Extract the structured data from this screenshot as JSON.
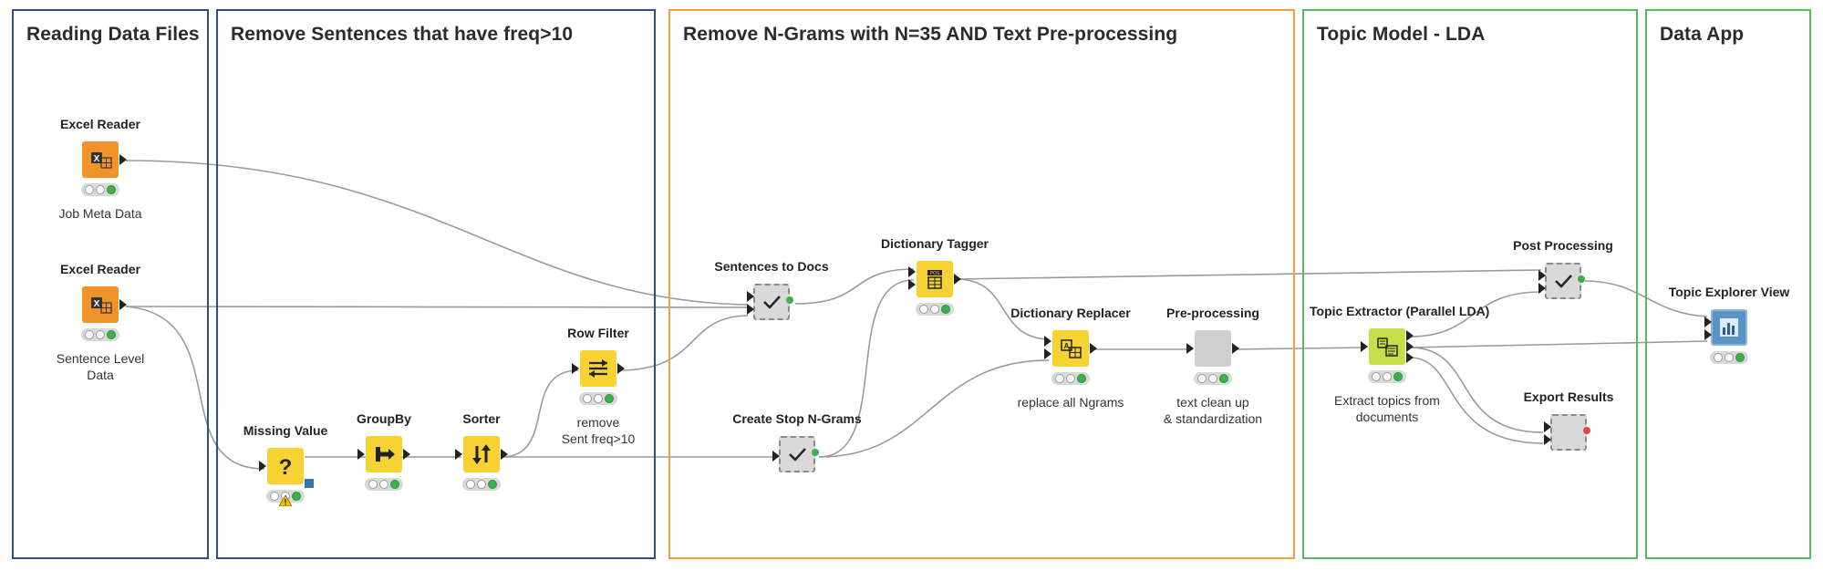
{
  "groups": [
    {
      "id": "reading",
      "title": "Reading Data Files",
      "color": "#2b4f88"
    },
    {
      "id": "remove-sentences",
      "title": "Remove Sentences that have freq>10",
      "color": "#2b4f88"
    },
    {
      "id": "ngrams",
      "title": "Remove N-Grams with N=35 AND Text Pre-processing",
      "color": "#f0a242"
    },
    {
      "id": "lda",
      "title": "Topic Model - LDA",
      "color": "#5cb85c"
    },
    {
      "id": "app",
      "title": "Data App",
      "color": "#5cb85c"
    }
  ],
  "nodes": {
    "excel1": {
      "label": "Excel Reader",
      "annotation": "Job Meta Data",
      "icon": "excel-reader-icon",
      "color": "#f0932b"
    },
    "excel2": {
      "label": "Excel Reader",
      "annotation": "Sentence Level\nData",
      "icon": "excel-reader-icon",
      "color": "#f0932b"
    },
    "missing": {
      "label": "Missing Value",
      "annotation": "",
      "icon": "question-mark-icon",
      "color": "#f6d233"
    },
    "groupby": {
      "label": "GroupBy",
      "annotation": "",
      "icon": "groupby-icon",
      "color": "#f6d233"
    },
    "sorter": {
      "label": "Sorter",
      "annotation": "",
      "icon": "sort-arrows-icon",
      "color": "#f6d233"
    },
    "rowfilter": {
      "label": "Row Filter",
      "annotation": "remove\nSent freq>10",
      "icon": "filter-icon",
      "color": "#f6d233"
    },
    "sent2docs": {
      "label": "Sentences to Docs",
      "annotation": "",
      "icon": "checkmark-icon",
      "color": "#d9d9d9"
    },
    "stopngrams": {
      "label": "Create Stop N-Grams",
      "annotation": "",
      "icon": "checkmark-icon",
      "color": "#d9d9d9"
    },
    "dicttagger": {
      "label": "Dictionary Tagger",
      "annotation": "",
      "icon": "tagger-icon",
      "color": "#f6d233"
    },
    "dictreplacer": {
      "label": "Dictionary Replacer",
      "annotation": "replace all Ngrams",
      "icon": "replacer-icon",
      "color": "#f6d233"
    },
    "preproc": {
      "label": "Pre-processing",
      "annotation": "text clean up\n& standardization",
      "icon": "metanode-icon",
      "color": "#cfcfcf"
    },
    "topicext": {
      "label": "Topic Extractor (Parallel LDA)",
      "annotation": "Extract topics from\ndocuments",
      "icon": "topic-extractor-icon",
      "color": "#c6de4a"
    },
    "postproc": {
      "label": "Post Processing",
      "annotation": "",
      "icon": "checkmark-icon",
      "color": "#d9d9d9"
    },
    "export": {
      "label": "Export Results",
      "annotation": "",
      "icon": "component-icon",
      "color": "#d9d9d9"
    },
    "topicview": {
      "label": "Topic Explorer View",
      "annotation": "",
      "icon": "chart-view-icon",
      "color": "#5b93c7"
    }
  }
}
